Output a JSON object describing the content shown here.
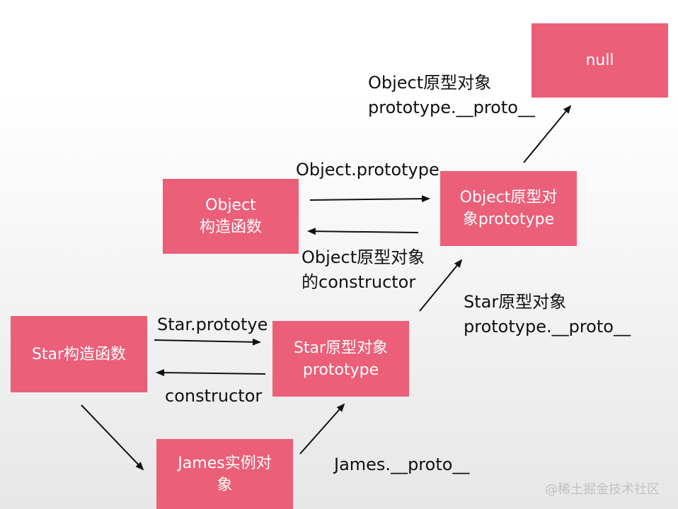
{
  "nodes": {
    "null_box": "null",
    "object_constructor": "Object\n构造函数",
    "object_prototype": "Object原型对\n象prototype",
    "star_constructor": "Star构造函数",
    "star_prototype": "Star原型对象\nprototype",
    "james_instance": "James实例对\n象"
  },
  "edge_labels": {
    "object_proto_to_null": "Object原型对象\nprototype.__proto__",
    "object_prototype": "Object.prototype",
    "object_constructor_back": "Object原型对象\n的constructor",
    "star_proto_to_object_proto": "Star原型对象\nprototype.__proto__",
    "star_prototype": "Star.prototye",
    "star_constructor_back": "constructor",
    "james_proto": "James.__proto__"
  },
  "watermark": "@稀土掘金技术社区",
  "colors": {
    "box_fill": "#eb5f78",
    "box_text": "#ffffff",
    "label_text": "#111111",
    "arrow": "#111111"
  }
}
